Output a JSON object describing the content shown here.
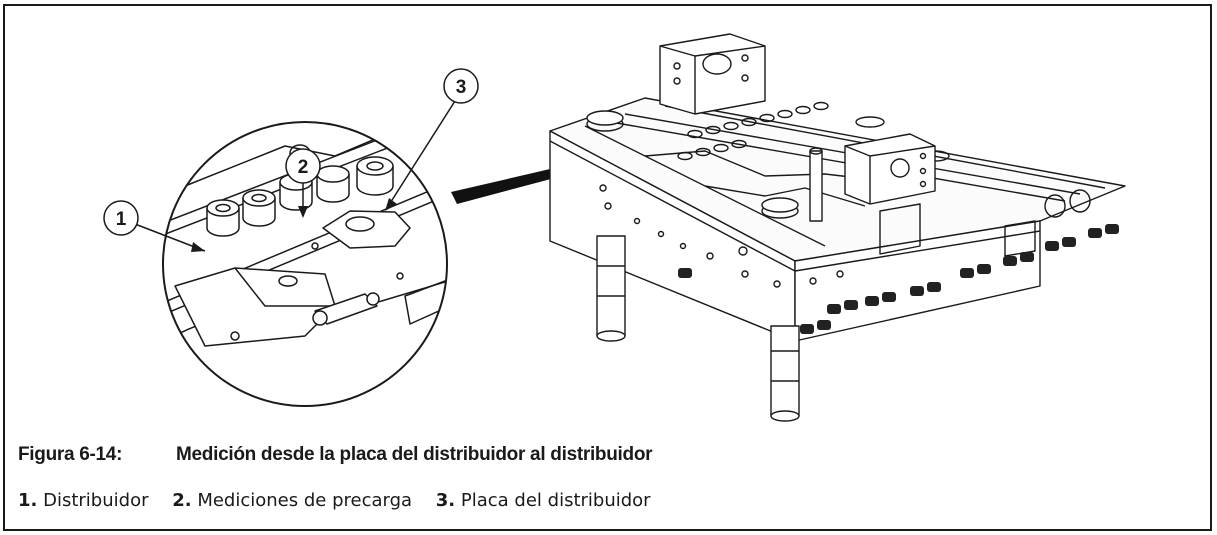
{
  "figure": {
    "callouts": [
      {
        "number": "1"
      },
      {
        "number": "2"
      },
      {
        "number": "3"
      }
    ]
  },
  "caption": {
    "number": "Figura 6-14:",
    "title": "Medición desde la placa del distribuidor al distribuidor"
  },
  "legend": {
    "items": [
      {
        "number": "1.",
        "label": "Distribuidor"
      },
      {
        "number": "2.",
        "label": "Mediciones de precarga"
      },
      {
        "number": "3.",
        "label": "Placa del distribuidor"
      }
    ]
  }
}
